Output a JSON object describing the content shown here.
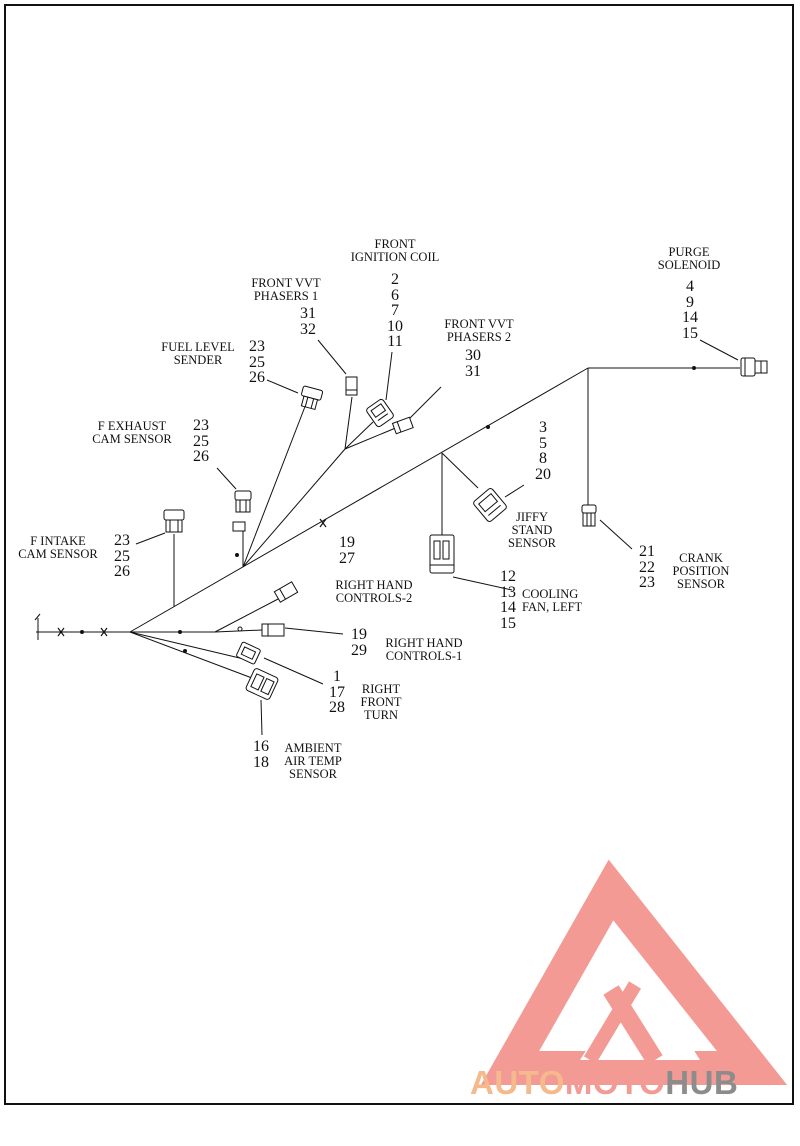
{
  "colors": {
    "line": "#111111",
    "logo_red": "#f29a93",
    "logo_orange": "#f5b98e",
    "logo_gray": "#8c8c8c"
  },
  "labels": {
    "front_ignition_coil": {
      "name": "FRONT\nIGNITION COIL",
      "pins": "2\n6\n7\n10\n11"
    },
    "purge_solenoid": {
      "name": "PURGE\nSOLENOID",
      "pins": "4\n9\n14\n15"
    },
    "front_vvt_phasers_1": {
      "name": "FRONT VVT\nPHASERS 1",
      "pins": "31\n32"
    },
    "front_vvt_phasers_2": {
      "name": "FRONT VVT\nPHASERS 2",
      "pins": "30\n31"
    },
    "fuel_level_sender": {
      "name": "FUEL LEVEL\nSENDER",
      "pins": "23\n25\n26"
    },
    "f_exhaust_cam_sensor": {
      "name": "F EXHAUST\nCAM SENSOR",
      "pins": "23\n25\n26"
    },
    "f_intake_cam_sensor": {
      "name": "F INTAKE\nCAM SENSOR",
      "pins": "23\n25\n26"
    },
    "jiffy_stand_sensor": {
      "name": "JIFFY\nSTAND\nSENSOR",
      "pins": "3\n5\n8\n20"
    },
    "crank_position_sensor": {
      "name": "CRANK\nPOSITION\nSENSOR",
      "pins": "21\n22\n23"
    },
    "cooling_fan_left": {
      "name": "COOLING\nFAN, LEFT",
      "pins": "12\n13\n14\n15"
    },
    "right_hand_controls_2": {
      "name": "RIGHT HAND\nCONTROLS-2",
      "pins": "19\n27"
    },
    "right_hand_controls_1": {
      "name": "RIGHT HAND\nCONTROLS-1",
      "pins": "19\n29"
    },
    "right_front_turn": {
      "name": "RIGHT\nFRONT\nTURN",
      "pins": "1\n17\n28"
    },
    "ambient_air_temp_sensor": {
      "name": "AMBIENT\nAIR TEMP\nSENSOR",
      "pins": "16\n18"
    }
  },
  "logo": {
    "part1": "AUTO",
    "part2": "MOTO",
    "part3": "HUB"
  }
}
